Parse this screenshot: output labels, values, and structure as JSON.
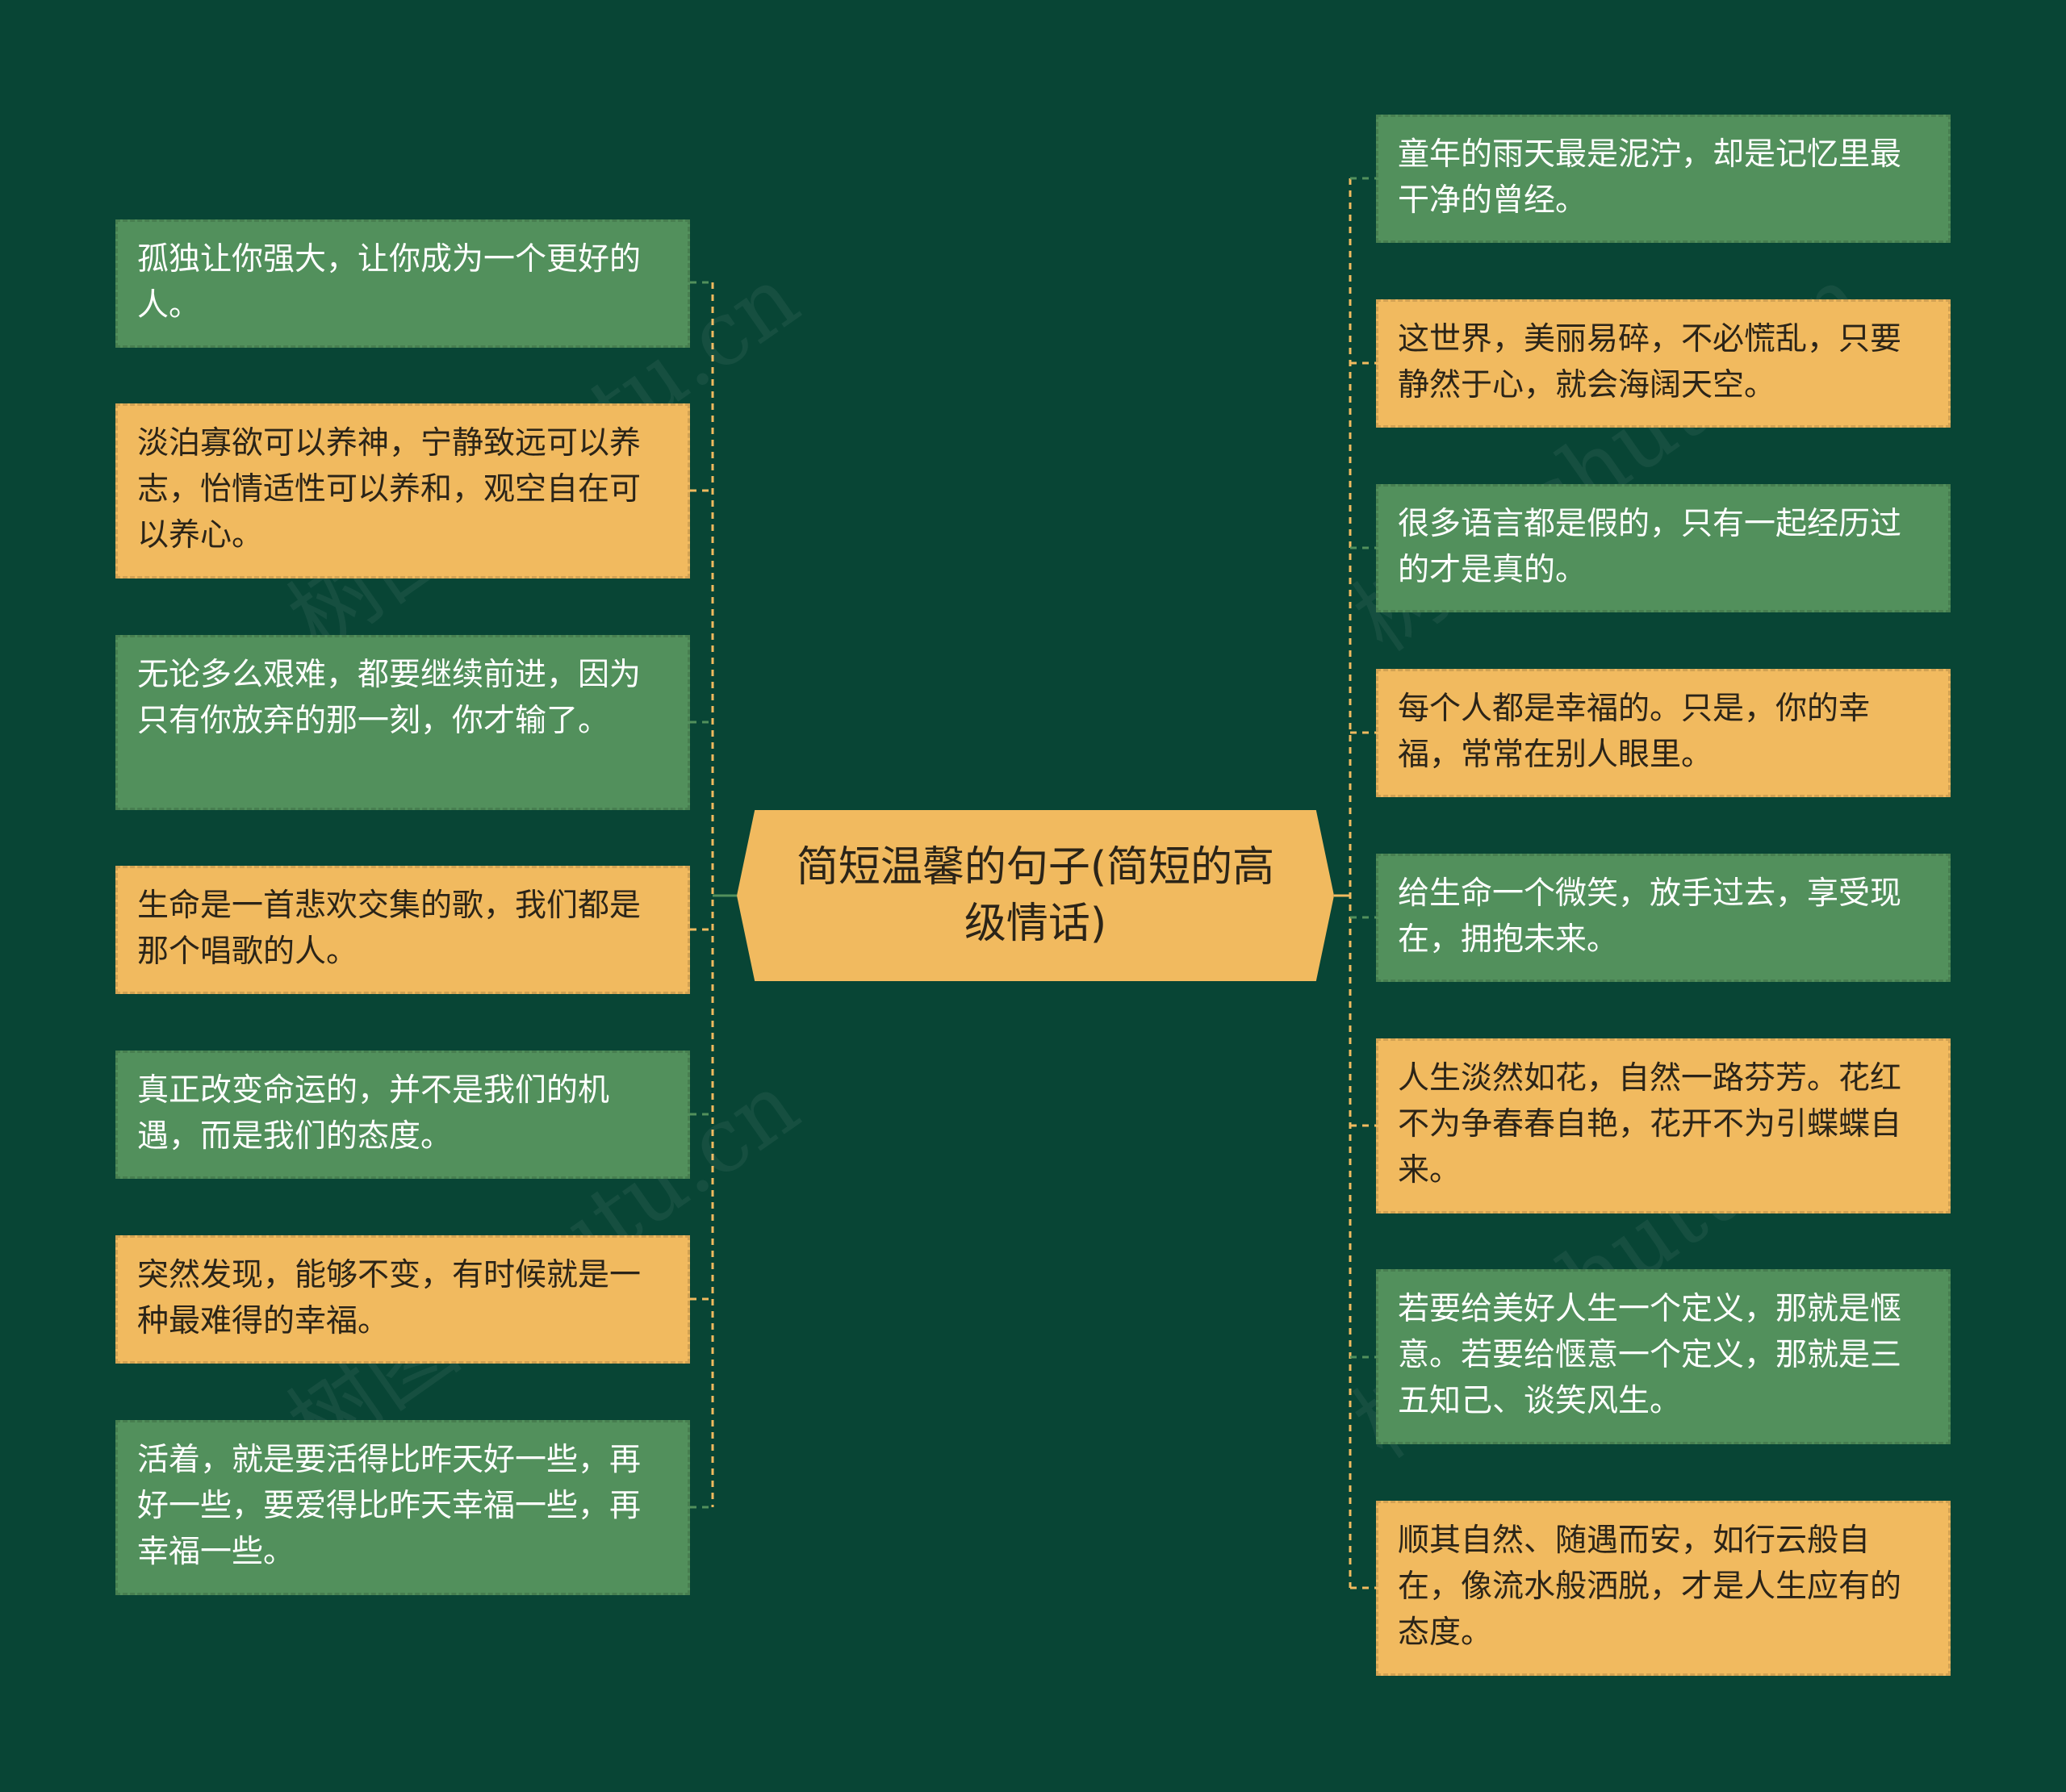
{
  "center": {
    "title": "简短温馨的句子(简短的高级情话)"
  },
  "watermark": "树图 shutu.cn",
  "colors": {
    "background": "#084535",
    "green_node": "#52905C",
    "orange_node": "#F1BA5F",
    "green_line": "#52905C",
    "orange_line": "#F1BA5F"
  },
  "left_nodes": [
    {
      "text": "孤独让你强大，让你成为一个更好的人。",
      "color": "green"
    },
    {
      "text": "淡泊寡欲可以养神，宁静致远可以养志，怡情适性可以养和，观空自在可以养心。",
      "color": "orange"
    },
    {
      "text": "无论多么艰难，都要继续前进，因为只有你放弃的那一刻，你才输了。",
      "color": "green"
    },
    {
      "text": "生命是一首悲欢交集的歌，我们都是那个唱歌的人。",
      "color": "orange"
    },
    {
      "text": "真正改变命运的，并不是我们的机遇，而是我们的态度。",
      "color": "green"
    },
    {
      "text": "突然发现，能够不变，有时候就是一种最难得的幸福。",
      "color": "orange"
    },
    {
      "text": "活着，就是要活得比昨天好一些，再好一些，要爱得比昨天幸福一些，再幸福一些。",
      "color": "green"
    }
  ],
  "right_nodes": [
    {
      "text": "童年的雨天最是泥泞，却是记忆里最干净的曾经。",
      "color": "green"
    },
    {
      "text": "这世界，美丽易碎，不必慌乱，只要静然于心，就会海阔天空。",
      "color": "orange"
    },
    {
      "text": "很多语言都是假的，只有一起经历过的才是真的。",
      "color": "green"
    },
    {
      "text": "每个人都是幸福的。只是，你的幸福，常常在别人眼里。",
      "color": "orange"
    },
    {
      "text": "给生命一个微笑，放手过去，享受现在，拥抱未来。",
      "color": "green"
    },
    {
      "text": "人生淡然如花，自然一路芬芳。花红不为争春春自艳，花开不为引蝶蝶自来。",
      "color": "orange"
    },
    {
      "text": "若要给美好人生一个定义，那就是惬意。若要给惬意一个定义，那就是三五知己、谈笑风生。",
      "color": "green"
    },
    {
      "text": "顺其自然、随遇而安，如行云般自在，像流水般洒脱，才是人生应有的态度。",
      "color": "orange"
    }
  ]
}
